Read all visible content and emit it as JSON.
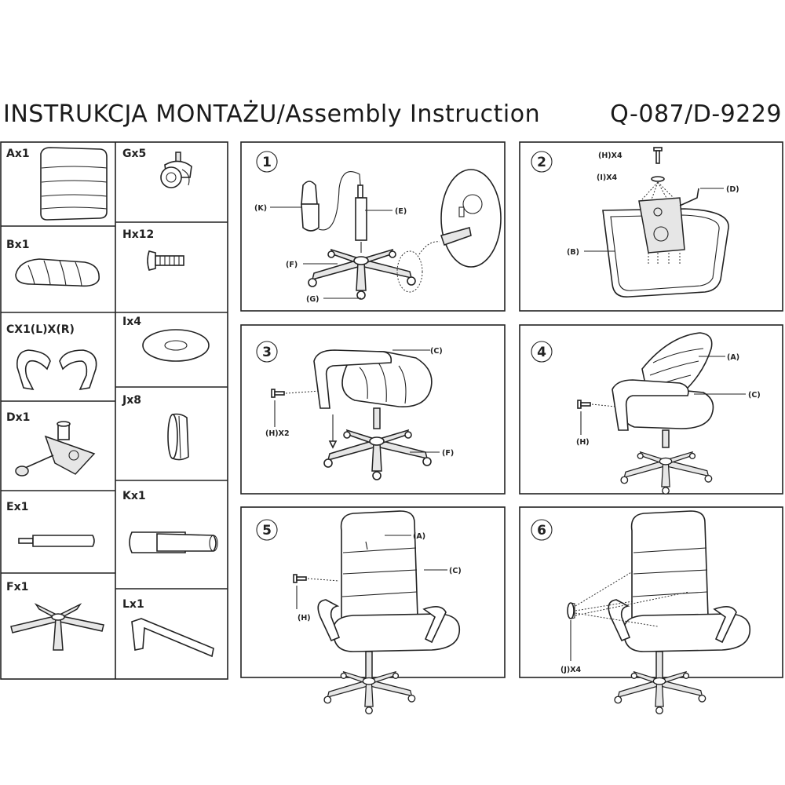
{
  "header": {
    "title": "INSTRUKCJA  MONTAŻU/Assembly  Instruction",
    "code": "Q-087/D-9229"
  },
  "parts": [
    {
      "id": "A",
      "label": "Ax1",
      "icon": "backrest-icon"
    },
    {
      "id": "G",
      "label": "Gx5",
      "icon": "caster-wheel-icon"
    },
    {
      "id": "B",
      "label": "Bx1",
      "icon": "seat-cushion-icon"
    },
    {
      "id": "H",
      "label": "Hx12",
      "icon": "bolt-icon"
    },
    {
      "id": "C",
      "label": "CX1(L)X(R)",
      "icon": "armrests-icon"
    },
    {
      "id": "I",
      "label": "Ix4",
      "icon": "washer-icon"
    },
    {
      "id": "D",
      "label": "Dx1",
      "icon": "tilt-mechanism-icon"
    },
    {
      "id": "J",
      "label": "Jx8",
      "icon": "cap-plug-icon"
    },
    {
      "id": "E",
      "label": "Ex1",
      "icon": "gas-lift-icon"
    },
    {
      "id": "K",
      "label": "Kx1",
      "icon": "gas-lift-cover-icon"
    },
    {
      "id": "F",
      "label": "Fx1",
      "icon": "star-base-icon"
    },
    {
      "id": "L",
      "label": "Lx1",
      "icon": "allen-key-icon"
    }
  ],
  "steps": [
    {
      "number": "1",
      "callouts": [
        "(K)",
        "(E)",
        "(F)",
        "(G)"
      ]
    },
    {
      "number": "2",
      "callouts": [
        "(H)X4",
        "(I)X4",
        "(D)",
        "(B)"
      ]
    },
    {
      "number": "3",
      "callouts": [
        "(C)",
        "(H)X2",
        "(F)"
      ]
    },
    {
      "number": "4",
      "callouts": [
        "(A)",
        "(C)",
        "(H)"
      ]
    },
    {
      "number": "5",
      "callouts": [
        "(A)",
        "(C)",
        "(H)"
      ]
    },
    {
      "number": "6",
      "callouts": [
        "(J)X4"
      ]
    }
  ]
}
